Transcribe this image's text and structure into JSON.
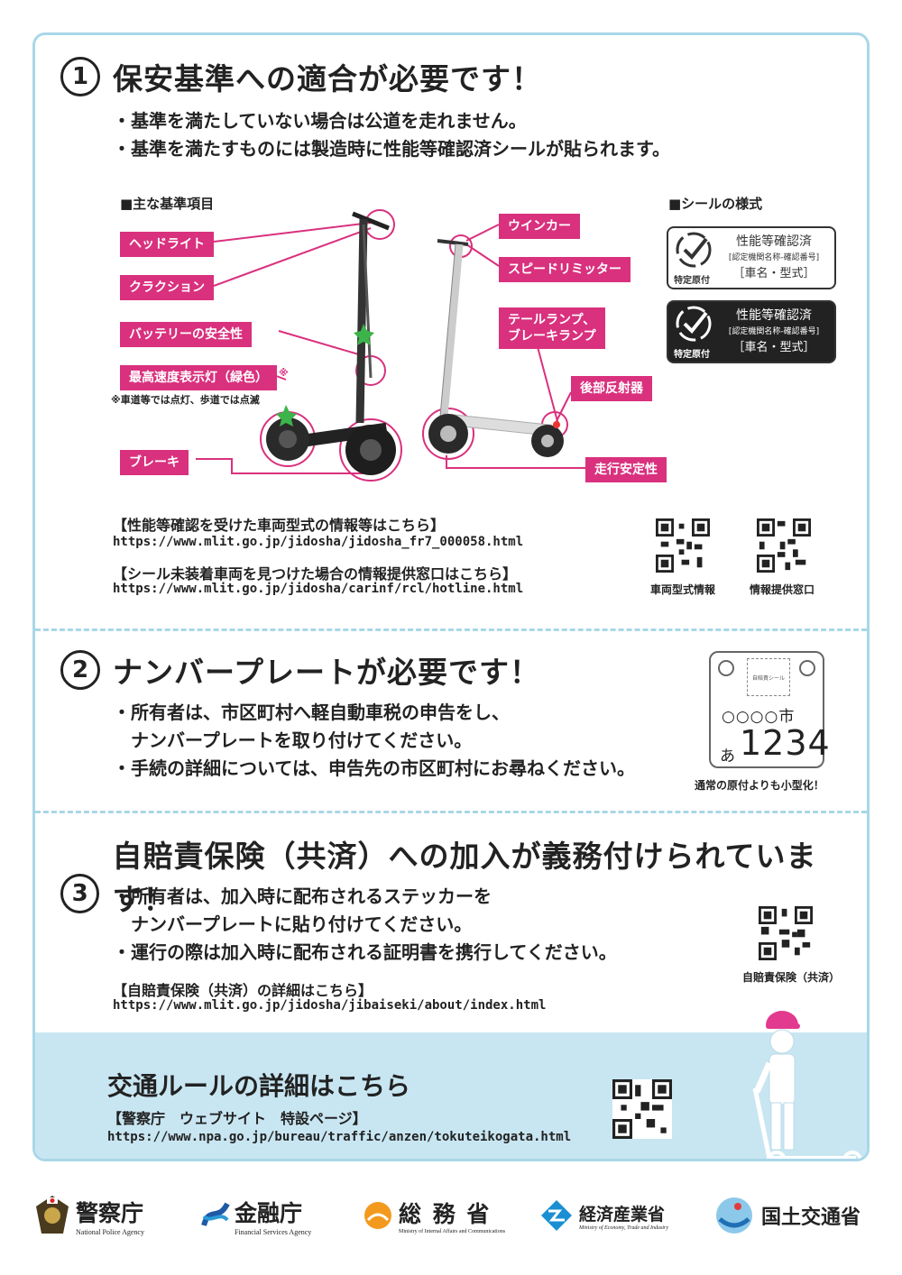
{
  "section1": {
    "number": "1",
    "title": "保安基準への適合が必要です！",
    "bullets": [
      "・基準を満たしていない場合は公道を走れません。",
      "・基準を満たすものには製造時に性能等確認済シールが貼られます。"
    ],
    "main_items_head": "■主な基準項目",
    "seal_head": "■シールの様式",
    "callouts": {
      "headlight": "ヘッドライト",
      "horn": "クラクション",
      "battery": "バッテリーの安全性",
      "speed_lamp": "最高速度表示灯（緑色）",
      "speed_lamp_mark": "※",
      "brake": "ブレーキ",
      "winker": "ウインカー",
      "speed_limiter": "スピードリミッター",
      "tail_lamp_1": "テールランプ、",
      "tail_lamp_2": "ブレーキランプ",
      "reflector": "後部反射器",
      "stability": "走行安定性"
    },
    "speed_lamp_note": "※車道等では点灯、歩道では点滅",
    "seal": {
      "label": "特定原付",
      "line1": "性能等確認済",
      "line2": "[認定機関名称-確認番号]",
      "line3": "［車名・型式］"
    },
    "links": [
      {
        "head": "【性能等確認を受けた車両型式の情報等はこちら】",
        "url": "https://www.mlit.go.jp/jidosha/jidosha_fr7_000058.html"
      },
      {
        "head": "【シール未装着車両を見つけた場合の情報提供窓口はこちら】",
        "url": "https://www.mlit.go.jp/jidosha/carinf/rcl/hotline.html"
      }
    ],
    "qr_labels": [
      "車両型式情報",
      "情報提供窓口"
    ]
  },
  "section2": {
    "number": "2",
    "title": "ナンバープレートが必要です！",
    "bullets": [
      "・所有者は、市区町村へ軽自動車税の申告をし、",
      "　ナンバープレートを取り付けてください。",
      "・手続の詳細については、申告先の市区町村にお尋ねください。"
    ],
    "plate": {
      "seal_text": "自賠責シール",
      "city": "○○○○市",
      "hiragana": "あ",
      "number": "1234"
    },
    "plate_note": "通常の原付よりも小型化！"
  },
  "section3": {
    "number": "3",
    "title": "自賠責保険（共済）への加入が義務付けられています！",
    "bullets": [
      "・所有者は、加入時に配布されるステッカーを",
      "　ナンバープレートに貼り付けてください。",
      "・運行の際は加入時に配布される証明書を携行してください。"
    ],
    "link_head": "【自賠責保険（共済）の詳細はこちら】",
    "link_url": "https://www.mlit.go.jp/jidosha/jibaiseki/about/index.html",
    "qr_label": "自賠責保険（共済）"
  },
  "band": {
    "title": "交通ルールの詳細はこちら",
    "head": "【警察庁　ウェブサイト　特設ページ】",
    "url": "https://www.npa.go.jp/bureau/traffic/anzen/tokuteikogata.html"
  },
  "logos": {
    "police": {
      "name": "警察庁",
      "sub": "National Police Agency"
    },
    "fsa": {
      "name": "金融庁",
      "sub": "Financial Services Agency"
    },
    "mic": {
      "name": "総 務 省",
      "sub": "Ministry of Internal Affairs and Communications"
    },
    "meti": {
      "name": "経済産業省",
      "sub": "Ministry of Economy, Trade and Industry"
    },
    "mlit": {
      "name": "国土交通省",
      "sub": ""
    }
  },
  "colors": {
    "accent_pink": "#d9317e",
    "frame_blue": "#a9d7e8",
    "band_blue": "#c8e6f2",
    "status_green": "#3cb44a"
  }
}
